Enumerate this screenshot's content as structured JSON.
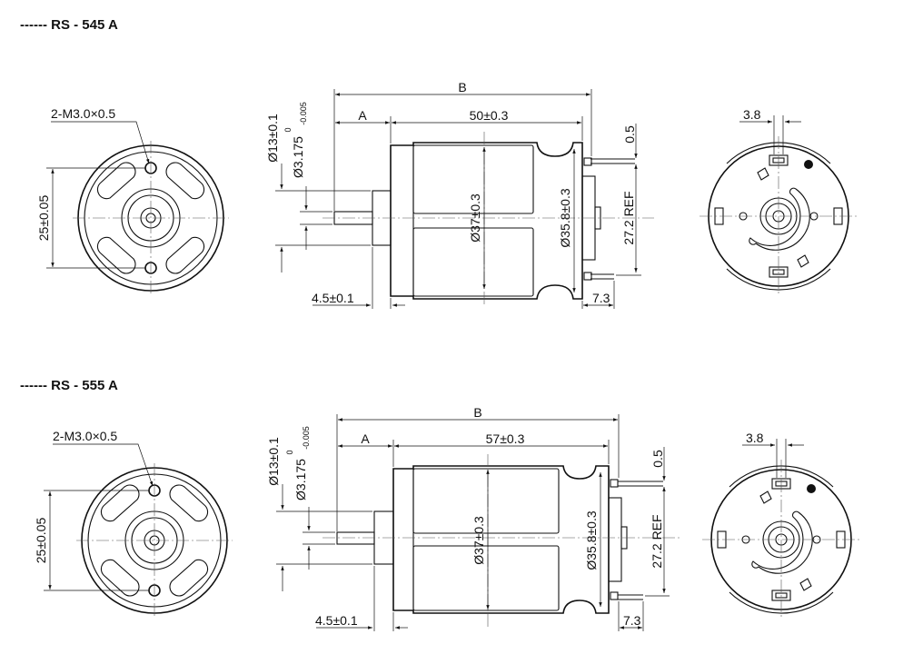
{
  "models": [
    {
      "title": "------ RS - 545 A",
      "thread_label": "2-M3.0×0.5",
      "hole_spacing": "25±0.05",
      "shaft_dia_label": "Ø3.175",
      "shaft_tol_upper": "0",
      "shaft_tol_lower": "-0.005",
      "boss_dia": "Ø13±0.1",
      "dim_B": "B",
      "dim_A": "A",
      "body_length": "50±0.3",
      "body_dia": "Ø37±0.3",
      "endcap_dia": "Ø35.8±0.3",
      "terminal_thickness": "0.5",
      "terminal_span": "27.2 REF",
      "boss_length": "4.5±0.1",
      "terminal_length": "7.3",
      "terminal_pitch": "3.8"
    },
    {
      "title": "------ RS - 555 A",
      "thread_label": "2-M3.0×0.5",
      "hole_spacing": "25±0.05",
      "shaft_dia_label": "Ø3.175",
      "shaft_tol_upper": "0",
      "shaft_tol_lower": "-0.005",
      "boss_dia": "Ø13±0.1",
      "dim_B": "B",
      "dim_A": "A",
      "body_length": "57±0.3",
      "body_dia": "Ø37±0.3",
      "endcap_dia": "Ø35.8±0.3",
      "terminal_thickness": "0.5",
      "terminal_span": "27.2 REF",
      "boss_length": "4.5±0.1",
      "terminal_length": "7.3",
      "terminal_pitch": "3.8"
    }
  ]
}
